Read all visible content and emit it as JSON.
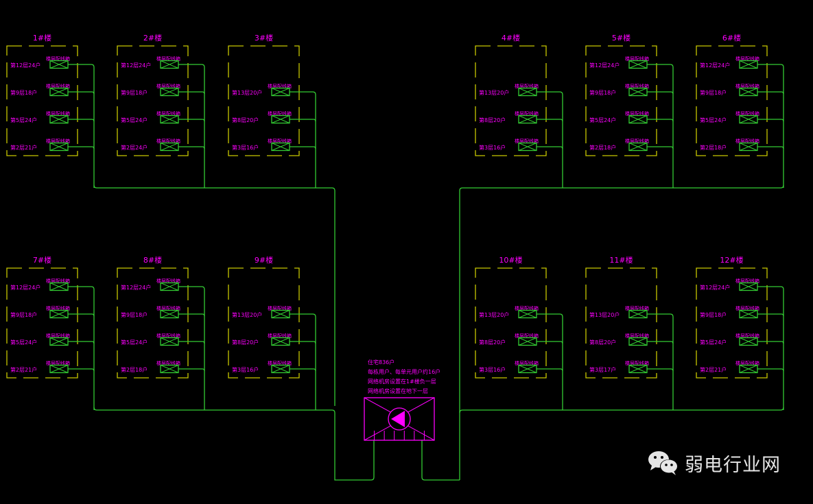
{
  "diagram": {
    "type": "network-topology",
    "description": "Residential community weak-current network trunk diagram",
    "colors": {
      "background": "#000000",
      "cable": "#33cc33",
      "building_outline": "#c8c800",
      "label": "#ff00ff",
      "cabinet": "#33cc33",
      "core_equipment": "#ff00ff"
    },
    "core": {
      "notes": [
        "住宅836户",
        "每栋用户、每单元用户约16户",
        "网络机房设置在1#楼负一层",
        "网络机房设置在地下一层"
      ],
      "icon": "network-core-switch-icon"
    },
    "cabinet_label": "楼层配线箱",
    "buildings": [
      {
        "name": "1#楼",
        "units": [
          {
            "label": "第12层24户"
          },
          {
            "label": "第9层18户"
          },
          {
            "label": "第5层24户"
          },
          {
            "label": "第2层21户"
          }
        ]
      },
      {
        "name": "2#楼",
        "units": [
          {
            "label": "第12层24户"
          },
          {
            "label": "第9层18户"
          },
          {
            "label": "第5层24户"
          },
          {
            "label": "第2层24户"
          }
        ]
      },
      {
        "name": "3#楼",
        "units": [
          {
            "label": "第13层20户"
          },
          {
            "label": "第8层20户"
          },
          {
            "label": "第3层16户"
          }
        ]
      },
      {
        "name": "4#楼",
        "units": [
          {
            "label": "第13层20户"
          },
          {
            "label": "第8层20户"
          },
          {
            "label": "第3层16户"
          }
        ]
      },
      {
        "name": "5#楼",
        "units": [
          {
            "label": "第12层24户"
          },
          {
            "label": "第9层18户"
          },
          {
            "label": "第5层24户"
          },
          {
            "label": "第2层18户"
          }
        ]
      },
      {
        "name": "6#楼",
        "units": [
          {
            "label": "第12层24户"
          },
          {
            "label": "第9层18户"
          },
          {
            "label": "第5层24户"
          },
          {
            "label": "第2层18户"
          }
        ]
      },
      {
        "name": "7#楼",
        "units": [
          {
            "label": "第12层24户"
          },
          {
            "label": "第9层18户"
          },
          {
            "label": "第5层24户"
          },
          {
            "label": "第2层21户"
          }
        ]
      },
      {
        "name": "8#楼",
        "units": [
          {
            "label": "第12层24户"
          },
          {
            "label": "第9层18户"
          },
          {
            "label": "第5层24户"
          },
          {
            "label": "第2层18户"
          }
        ]
      },
      {
        "name": "9#楼",
        "units": [
          {
            "label": "第13层20户"
          },
          {
            "label": "第8层20户"
          },
          {
            "label": "第3层16户"
          }
        ]
      },
      {
        "name": "10#楼",
        "units": [
          {
            "label": "第13层20户"
          },
          {
            "label": "第8层20户"
          },
          {
            "label": "第3层16户"
          }
        ]
      },
      {
        "name": "11#楼",
        "units": [
          {
            "label": "第13层20户"
          },
          {
            "label": "第8层20户"
          },
          {
            "label": "第3层17户"
          }
        ]
      },
      {
        "name": "12#楼",
        "units": [
          {
            "label": "第12层24户"
          },
          {
            "label": "第9层18户"
          },
          {
            "label": "第5层24户"
          },
          {
            "label": "第2层21户"
          }
        ]
      }
    ]
  },
  "watermark": {
    "text": "弱电行业网",
    "icon": "wechat-icon"
  }
}
